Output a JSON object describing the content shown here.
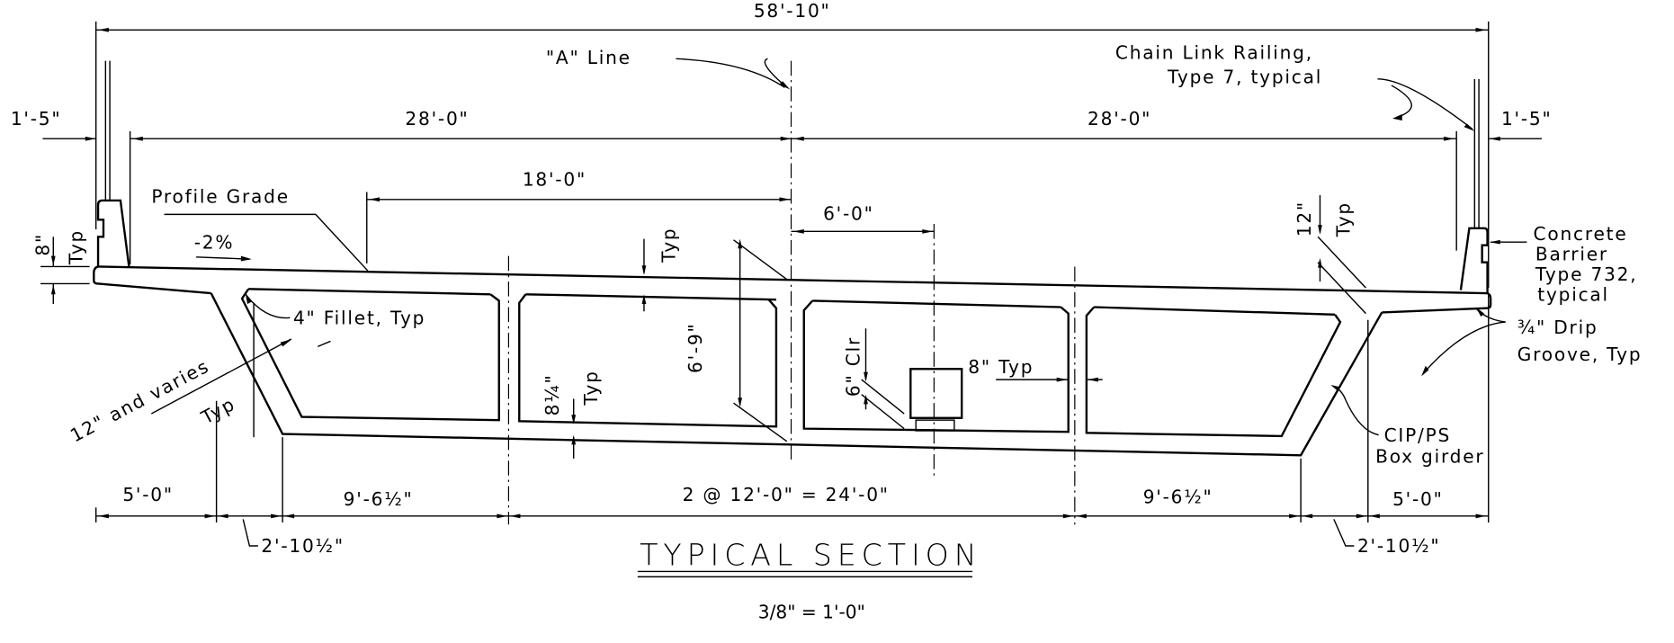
{
  "drawing": {
    "title": "TYPICAL SECTION",
    "scale": "3/8\" = 1'-0\"",
    "colors": {
      "ink": "#000000",
      "background": "#ffffff"
    }
  },
  "dimensions": {
    "overall_width": "58'-10\"",
    "left_barrier": "1'-5\"",
    "right_barrier": "1'-5\"",
    "left_roadway": "28'-0\"",
    "right_roadway": "28'-0\"",
    "profile_offset": "18'-0\"",
    "girder_offset": "6'-0\"",
    "left_overhang": "5'-0\"",
    "right_overhang": "5'-0\"",
    "left_web_offset": "2'-10½\"",
    "right_web_offset": "2'-10½\"",
    "left_bay": "9'-6½\"",
    "right_bay": "9'-6½\"",
    "center_bays": "2 @ 12'-0\" = 24'-0\"",
    "depth": "6'-9\"",
    "deck_thickness_label": "Typ",
    "bottom_slab": "8¼\"",
    "bottom_slab_typ": "Typ",
    "web_thickness": "8\"  Typ",
    "exterior_web": "12\" and varies",
    "exterior_web_typ": "Typ",
    "overhang_edge": "8\"",
    "overhang_edge_typ": "Typ",
    "exterior_web_top": "12\"",
    "exterior_web_top_typ": "Typ",
    "bearing_clearance": "6\" Clr"
  },
  "annotations": {
    "a_line": "\"A\" Line",
    "chain_link_1": "Chain Link Railing,",
    "chain_link_2": "Type 7, typical",
    "profile_grade": "Profile Grade",
    "cross_slope": "-2%",
    "fillet": "4\" Fillet, Typ",
    "barrier_1": "Concrete",
    "barrier_2": "Barrier",
    "barrier_3": "Type 732,",
    "barrier_4": "typical",
    "drip_1": "¾\" Drip",
    "drip_2": "Groove, Typ",
    "girder_1": "CIP/PS",
    "girder_2": "Box girder"
  }
}
